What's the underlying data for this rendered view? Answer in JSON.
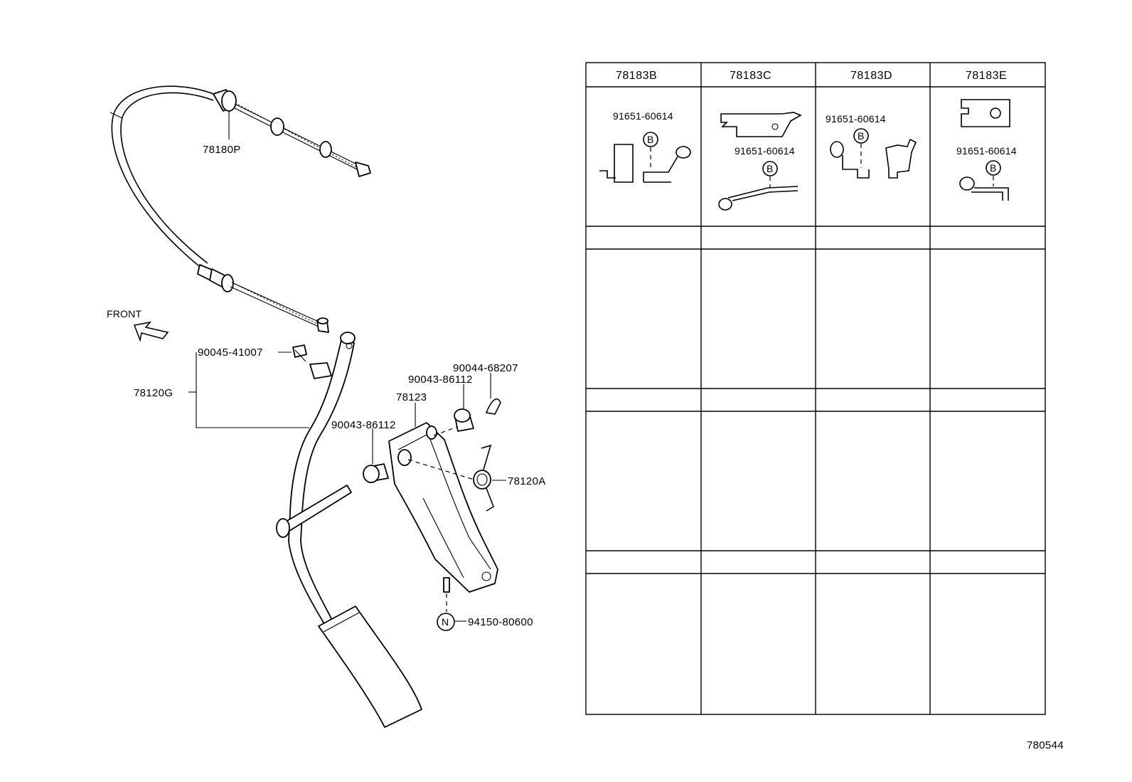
{
  "labels": {
    "cable": "78180P",
    "front": "FRONT",
    "pedal_assy": "78120G",
    "bolt_pedal": "90045-41007",
    "bracket": "78123",
    "bushing_left": "90043-86112",
    "bushing_right": "90043-86112",
    "clip": "90044-68207",
    "spring": "78120A",
    "nut_ref": "N",
    "nut": "94150-80600",
    "diagram_code": "780544"
  },
  "table": {
    "headers": [
      "78183B",
      "78183C",
      "78183D",
      "78183E"
    ],
    "cells": [
      {
        "part": "91651-60614",
        "ref": "B"
      },
      {
        "part": "91651-60614",
        "ref": "B"
      },
      {
        "part": "91651-60614",
        "ref": "B"
      },
      {
        "part": "91651-60614",
        "ref": "B"
      }
    ]
  }
}
